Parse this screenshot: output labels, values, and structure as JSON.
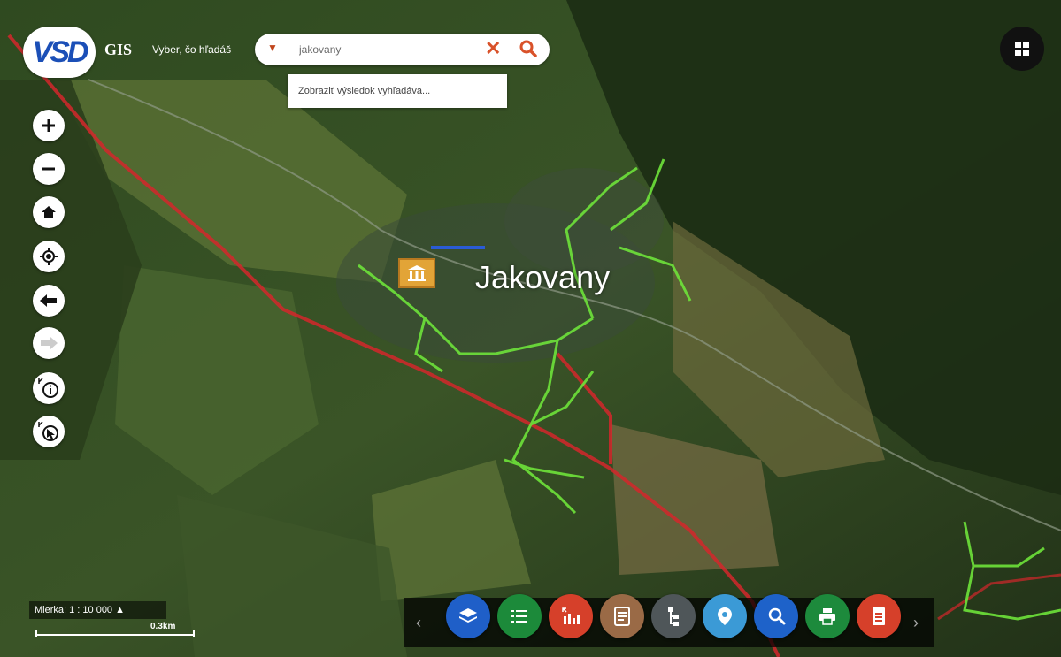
{
  "header": {
    "logo_text": "VSD",
    "app_title": "GIS",
    "app_subtitle": "Vyber, čo hľadáš"
  },
  "search": {
    "value": "jakovany",
    "dropdown_icon": "dropdown-arrow-icon",
    "clear_icon": "close-icon",
    "search_icon": "search-icon"
  },
  "suggestion": {
    "label": "Zobraziť výsledok vyhľadáva..."
  },
  "map": {
    "place_label": "Jakovany",
    "poi_icon": "building-icon",
    "colors": {
      "power_line": "#d3272b",
      "network_line": "#6ee33a",
      "blue_line": "#2a5bd6"
    }
  },
  "left_tools": [
    {
      "name": "zoom-in",
      "icon": "plus-icon"
    },
    {
      "name": "zoom-out",
      "icon": "minus-icon"
    },
    {
      "name": "home",
      "icon": "home-icon"
    },
    {
      "name": "locate",
      "icon": "target-icon"
    },
    {
      "name": "back",
      "icon": "arrow-left-icon"
    },
    {
      "name": "forward",
      "icon": "arrow-right-icon"
    },
    {
      "name": "identify",
      "icon": "info-icon"
    },
    {
      "name": "select",
      "icon": "cursor-icon"
    }
  ],
  "scale": {
    "label": "Mierka: 1 : 10 000",
    "bar_value": "0.3km"
  },
  "bottom_toolbar": {
    "buttons": [
      {
        "name": "layers",
        "icon": "layers-icon",
        "color": "#1f5fc8"
      },
      {
        "name": "legend",
        "icon": "list-icon",
        "color": "#1c8a3a"
      },
      {
        "name": "measure",
        "icon": "measure-icon",
        "color": "#d6402a"
      },
      {
        "name": "report",
        "icon": "document-icon",
        "color": "#9a6a46"
      },
      {
        "name": "structure",
        "icon": "tree-icon",
        "color": "#4f5659"
      },
      {
        "name": "location",
        "icon": "location-icon",
        "color": "#3b9ad6"
      },
      {
        "name": "search-map",
        "icon": "magnify-icon",
        "color": "#1e62c9"
      },
      {
        "name": "print",
        "icon": "print-icon",
        "color": "#1d8a3c"
      },
      {
        "name": "export",
        "icon": "export-icon",
        "color": "#d6402a"
      }
    ]
  }
}
